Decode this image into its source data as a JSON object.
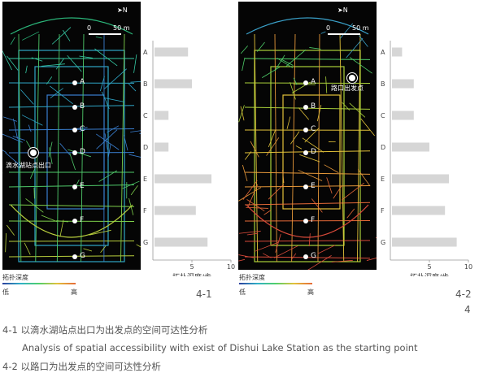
{
  "scale": {
    "zero": "0",
    "dist": "50 m",
    "north": "N"
  },
  "nodes": [
    "A",
    "B",
    "C",
    "D",
    "E",
    "F",
    "G"
  ],
  "origin1": "滴水湖站点出口",
  "origin2": "路口出发点",
  "legend": {
    "title": "拓扑深度",
    "low": "低",
    "high": "高"
  },
  "colors": {
    "low": "#2c3f9e",
    "mid": "#4fd06a",
    "high": "#e66a38",
    "bar": "#d6d6d6"
  },
  "chart_data": [
    {
      "type": "bar",
      "categories": [
        "A",
        "B",
        "C",
        "D",
        "E",
        "F",
        "G"
      ],
      "values": [
        4.5,
        5.0,
        2.0,
        2.0,
        7.5,
        5.5,
        7.0
      ],
      "xlim": [
        0,
        10
      ],
      "xticks": [
        "5",
        "10"
      ],
      "xlabel": "拓扑深度/步"
    },
    {
      "type": "bar",
      "categories": [
        "A",
        "B",
        "C",
        "D",
        "E",
        "F",
        "G"
      ],
      "values": [
        1.5,
        3.0,
        3.0,
        5.0,
        7.5,
        7.0,
        8.5
      ],
      "xlim": [
        0,
        10
      ],
      "xticks": [
        "5",
        "10"
      ],
      "xlabel": "拓扑深度/步"
    }
  ],
  "figures": {
    "fig1": "4-1",
    "fig2": "4-2",
    "page": "4"
  },
  "captions": {
    "c1": "4-1 以滴水湖站点出口为出发点的空间可达性分析",
    "c1_en": "Analysis of spatial accessibility with exist of Dishui Lake Station as the starting point",
    "c2": "4-2 以路口为出发点的空间可达性分析"
  }
}
